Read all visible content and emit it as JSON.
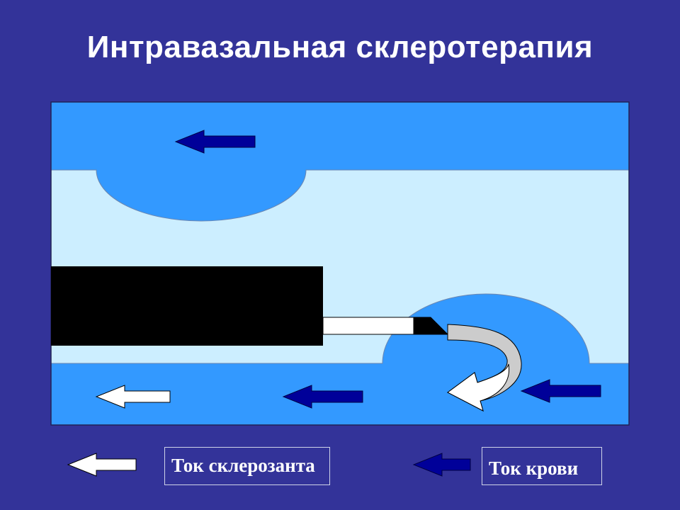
{
  "title": "Интравазальная склеротерапия",
  "legend": {
    "sclerosant_label": "Ток склерозанта",
    "blood_label": "Ток крови"
  },
  "colors": {
    "background": "#333399",
    "blood_vessel": "#3399ff",
    "vessel_wall": "#cceeff",
    "blood_flow_arrow": "#000099",
    "sclerosant_arrow": "#ffffff",
    "needle": "#000000"
  }
}
